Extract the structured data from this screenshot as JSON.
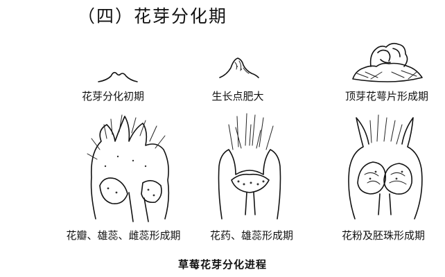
{
  "title": "（四）花芽分化期",
  "stages": [
    {
      "label": "花芽分化初期"
    },
    {
      "label": "生长点肥大"
    },
    {
      "label": "顶芽花萼片形成期"
    },
    {
      "label": "花瓣、雄蕊、雌蕊形成期"
    },
    {
      "label": "花药、雄蕊形成期"
    },
    {
      "label": "花粉及胚珠形成期"
    }
  ],
  "caption": "草莓花芽分化进程"
}
